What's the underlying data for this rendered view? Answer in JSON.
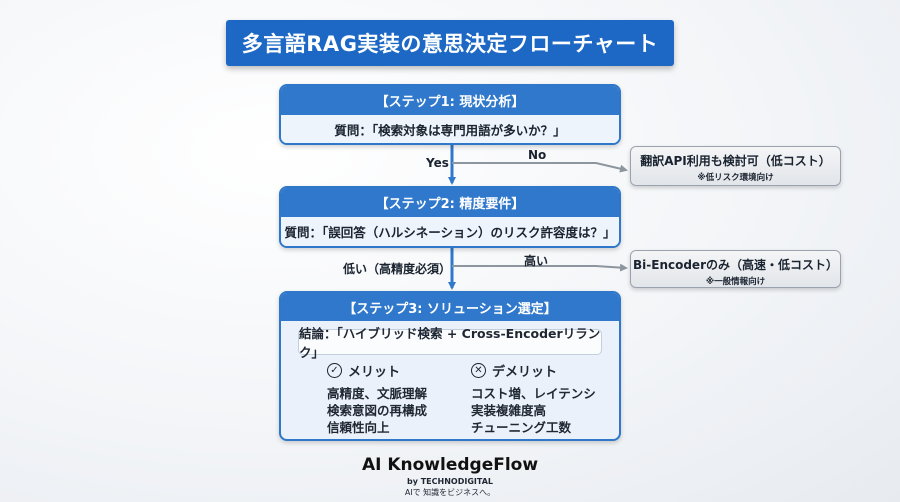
{
  "title": "多言語RAG実装の意思決定フローチャート",
  "step1": {
    "header": "【ステップ1: 現状分析】",
    "question": "質問：「検索対象は専門用語が多いか？」",
    "yes_label": "Yes",
    "no_label": "No",
    "side_main": "翻訳API利用も検討可（低コスト）",
    "side_note": "※低リスク環境向け"
  },
  "step2": {
    "header": "【ステップ2: 精度要件】",
    "question": "質問：「誤回答（ハルシネーション）のリスク許容度は？」",
    "low_label": "低い（高精度必須）",
    "high_label": "高い",
    "side_main": "Bi-Encoderのみ（高速・低コスト）",
    "side_note": "※一般情報向け"
  },
  "step3": {
    "header": "【ステップ3: ソリューション選定】",
    "conclusion": "結論：「ハイブリッド検索 + Cross-Encoderリランク」",
    "merit_title": "メリット",
    "merit_icon": "check-circle-icon",
    "merits": [
      "高精度、文脈理解",
      "検索意図の再構成",
      "信頼性向上"
    ],
    "demerit_title": "デメリット",
    "demerit_icon": "x-circle-icon",
    "demerits": [
      "コスト増、レイテンシ",
      "実装複雑度高",
      "チューニング工数"
    ]
  },
  "brand": {
    "name": "AI KnowledgeFlow",
    "by": "by TECHNODIGITAL",
    "tagline": "AIで 知識をビジネスへ。"
  },
  "colors": {
    "title_bg": "#1d68c4",
    "step_header": "#2f78cb",
    "step_body": "#eef4fb",
    "arrow": "#2f78cb",
    "side_arrow": "#8d959e"
  }
}
